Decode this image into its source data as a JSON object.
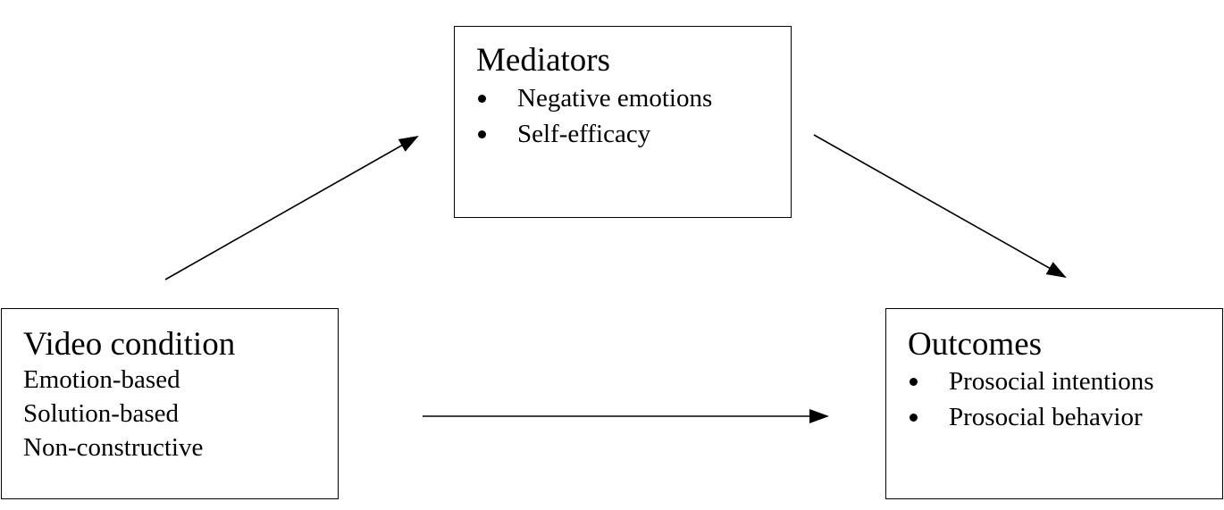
{
  "diagram": {
    "video_condition": {
      "title": "Video condition",
      "items": [
        "Emotion-based",
        "Solution-based",
        "Non-constructive"
      ]
    },
    "mediators": {
      "title": "Mediators",
      "items": [
        "Negative emotions",
        "Self-efficacy"
      ]
    },
    "outcomes": {
      "title": "Outcomes",
      "items": [
        "Prosocial intentions",
        "Prosocial behavior"
      ]
    },
    "arrows": [
      {
        "from": "video_condition",
        "to": "mediators"
      },
      {
        "from": "mediators",
        "to": "outcomes"
      },
      {
        "from": "video_condition",
        "to": "outcomes"
      }
    ]
  },
  "colors": {
    "line": "#000000",
    "background": "#ffffff"
  }
}
